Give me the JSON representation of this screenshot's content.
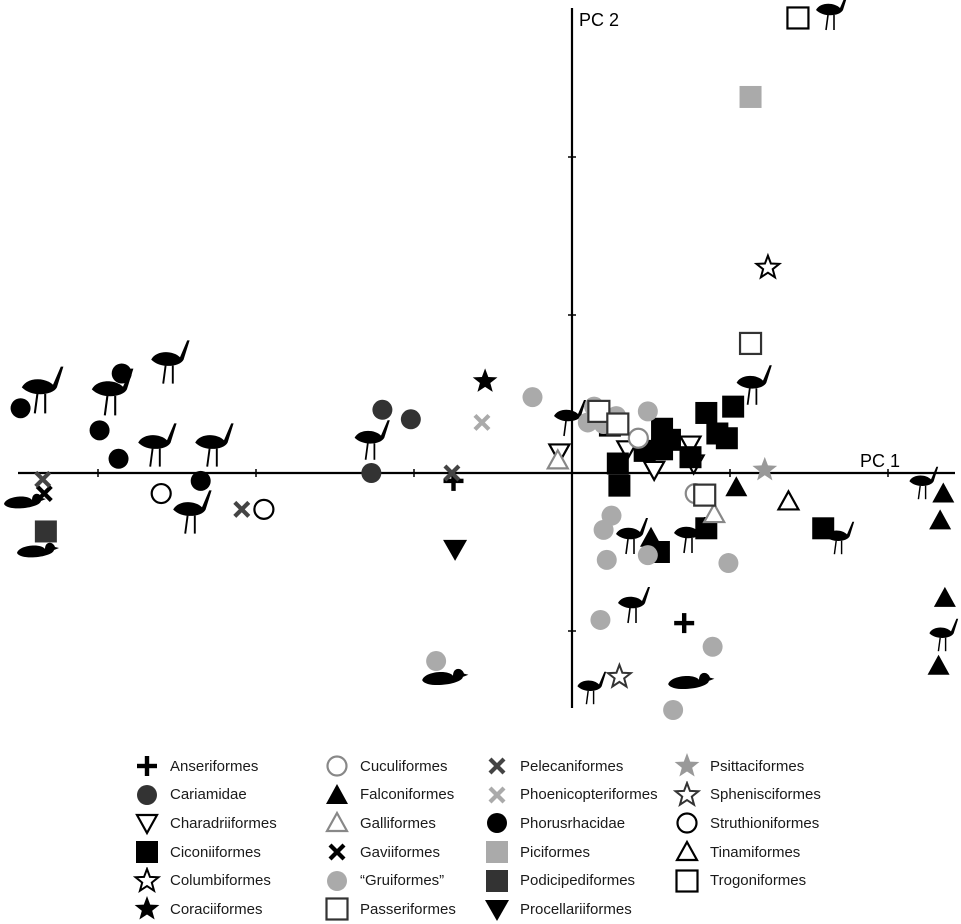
{
  "chart_data": {
    "type": "scatter",
    "xlabel": "PC 1",
    "ylabel": "PC 2",
    "grid": false,
    "legend_position": "bottom",
    "xlim": [
      -3.6,
      2.4
    ],
    "ylim": [
      -1.5,
      3.0
    ],
    "groups": [
      {
        "name": "Anseriformes",
        "marker": "plus",
        "color": "#000000",
        "points": [
          [
            -0.75,
            -0.05
          ],
          [
            0.71,
            -0.95
          ]
        ]
      },
      {
        "name": "Cariamidae",
        "marker": "circle",
        "color": "#333333",
        "points": [
          [
            -1.2,
            0.4
          ],
          [
            -1.02,
            0.34
          ],
          [
            -1.27,
            0.0
          ]
        ]
      },
      {
        "name": "Charadriiformes",
        "marker": "triangle-down-open",
        "color": "#000000",
        "points": [
          [
            -0.08,
            0.13
          ],
          [
            0.35,
            0.15
          ],
          [
            0.75,
            0.18
          ],
          [
            0.77,
            0.06
          ],
          [
            0.52,
            0.02
          ]
        ]
      },
      {
        "name": "Ciconiiformes",
        "marker": "square",
        "color": "#000000",
        "points": [
          [
            0.24,
            0.3
          ],
          [
            0.62,
            0.21
          ],
          [
            0.57,
            0.28
          ],
          [
            0.29,
            0.06
          ],
          [
            0.85,
            0.38
          ],
          [
            1.02,
            0.42
          ],
          [
            0.92,
            0.25
          ],
          [
            0.98,
            0.22
          ],
          [
            0.57,
            0.15
          ],
          [
            0.46,
            0.14
          ],
          [
            0.75,
            0.1
          ],
          [
            0.3,
            -0.08
          ],
          [
            1.59,
            -0.35
          ],
          [
            0.85,
            -0.35
          ],
          [
            0.55,
            -0.5
          ]
        ]
      },
      {
        "name": "Columbiformes",
        "marker": "star-open",
        "color": "#000000",
        "points": [
          [
            1.24,
            1.3
          ]
        ]
      },
      {
        "name": "Coraciiformes",
        "marker": "star",
        "color": "#000000",
        "points": [
          [
            -0.55,
            0.58
          ]
        ]
      },
      {
        "name": "Cuculiformes",
        "marker": "circle-open",
        "color": "#888888",
        "points": [
          [
            0.42,
            0.22
          ],
          [
            0.78,
            -0.13
          ]
        ]
      },
      {
        "name": "Falconiformes",
        "marker": "triangle",
        "color": "#000000",
        "points": [
          [
            0.5,
            -0.41
          ],
          [
            1.04,
            -0.09
          ],
          [
            2.35,
            -0.13
          ],
          [
            2.33,
            -0.3
          ],
          [
            2.36,
            -0.79
          ],
          [
            2.32,
            -1.22
          ]
        ]
      },
      {
        "name": "Galliformes",
        "marker": "triangle-open",
        "color": "#888888",
        "points": [
          [
            -0.09,
            0.08
          ],
          [
            0.9,
            -0.26
          ]
        ]
      },
      {
        "name": "Gaviiformes",
        "marker": "cross",
        "color": "#000000",
        "points": [
          [
            -3.34,
            -0.13
          ]
        ]
      },
      {
        "name": "“Gruiformes”",
        "marker": "circle",
        "color": "#aaaaaa",
        "points": [
          [
            -0.25,
            0.48
          ],
          [
            0.14,
            0.42
          ],
          [
            0.28,
            0.36
          ],
          [
            0.48,
            0.39
          ],
          [
            0.1,
            0.32
          ],
          [
            0.2,
            0.31
          ],
          [
            0.26,
            0.33
          ],
          [
            0.25,
            -0.27
          ],
          [
            0.2,
            -0.36
          ],
          [
            0.22,
            -0.55
          ],
          [
            0.48,
            -0.52
          ],
          [
            0.99,
            -0.57
          ],
          [
            0.18,
            -0.93
          ],
          [
            0.89,
            -1.1
          ],
          [
            -0.86,
            -1.19
          ],
          [
            0.64,
            -1.5
          ]
        ]
      },
      {
        "name": "Passeriformes",
        "marker": "square-open",
        "color": "#333333",
        "points": [
          [
            0.17,
            0.39
          ],
          [
            0.29,
            0.31
          ],
          [
            0.84,
            -0.14
          ],
          [
            1.13,
            0.82
          ]
        ]
      },
      {
        "name": "Pelecaniformes",
        "marker": "cross",
        "color": "#444444",
        "points": [
          [
            -0.76,
            0.0
          ],
          [
            -2.09,
            -0.23
          ],
          [
            -3.35,
            -0.04
          ]
        ]
      },
      {
        "name": "Phoenicopteriformes",
        "marker": "cross",
        "color": "#aaaaaa",
        "points": [
          [
            -0.57,
            0.32
          ]
        ]
      },
      {
        "name": "Phorusrhacidae",
        "marker": "circle",
        "color": "#000000",
        "points": [
          [
            -3.49,
            0.41
          ],
          [
            -2.85,
            0.63
          ],
          [
            -2.99,
            0.27
          ],
          [
            -2.87,
            0.09
          ],
          [
            -2.35,
            -0.05
          ]
        ]
      },
      {
        "name": "Piciformes",
        "marker": "square",
        "color": "#aaaaaa",
        "points": [
          [
            1.13,
            2.38
          ]
        ]
      },
      {
        "name": "Podicipediformes",
        "marker": "square",
        "color": "#333333",
        "points": [
          [
            -3.33,
            -0.37
          ]
        ]
      },
      {
        "name": "Procellariiformes",
        "marker": "triangle-down",
        "color": "#000000",
        "points": [
          [
            -0.74,
            -0.48
          ]
        ]
      },
      {
        "name": "Psittaciformes",
        "marker": "star",
        "color": "#999999",
        "points": [
          [
            1.22,
            0.02
          ]
        ]
      },
      {
        "name": "Sphenisciformes",
        "marker": "star-open",
        "color": "#333333",
        "points": [
          [
            0.3,
            -1.29
          ]
        ]
      },
      {
        "name": "Struthioniformes",
        "marker": "circle-open",
        "color": "#000000",
        "points": [
          [
            -2.6,
            -0.13
          ],
          [
            -1.95,
            -0.23
          ]
        ]
      },
      {
        "name": "Tinamiformes",
        "marker": "triangle-open",
        "color": "#000000",
        "points": [
          [
            1.37,
            -0.18
          ]
        ]
      },
      {
        "name": "Trogoniformes",
        "marker": "square-open",
        "color": "#000000",
        "points": [
          [
            1.43,
            2.88
          ]
        ]
      }
    ]
  }
}
